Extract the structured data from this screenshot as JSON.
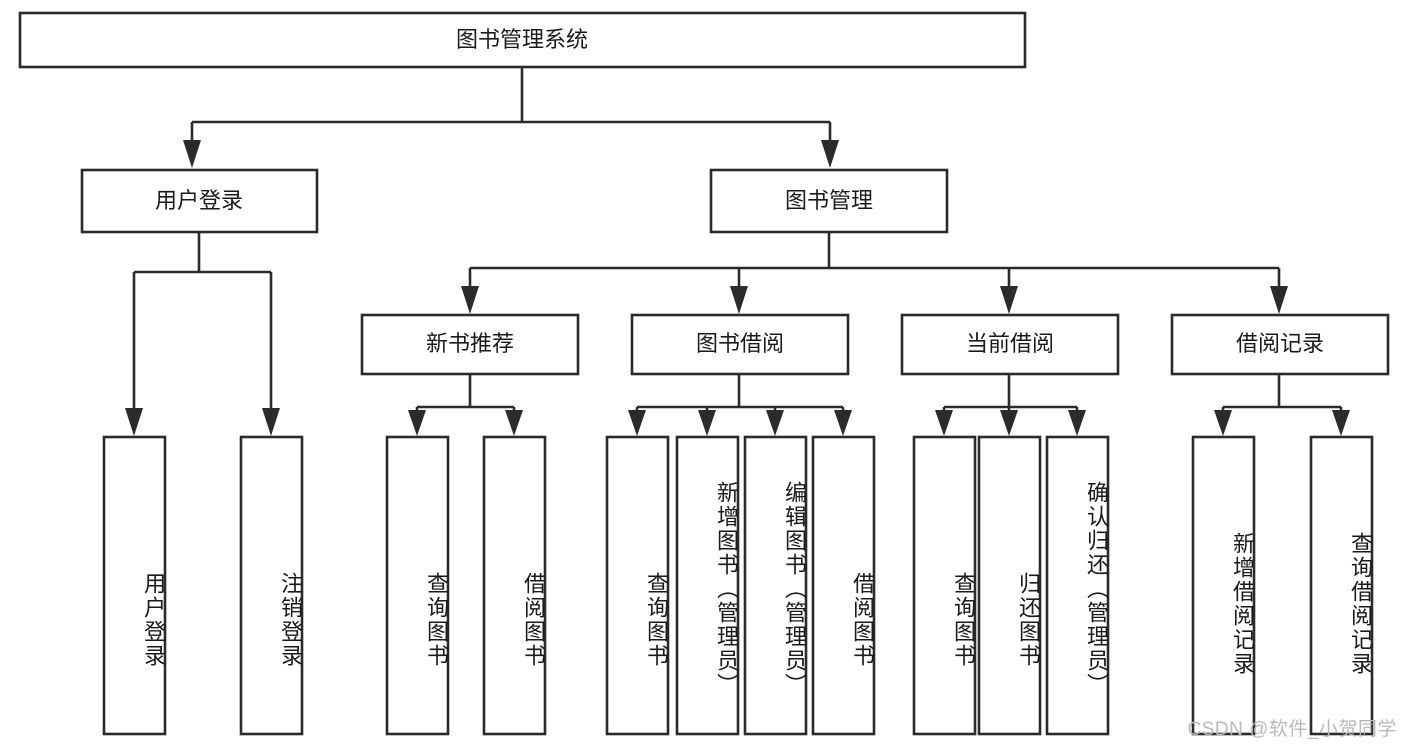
{
  "diagram": {
    "type": "tree-hierarchy",
    "title": "图书管理系统",
    "orientation": "top-down",
    "colors": {
      "box_stroke": "#2b2b2b",
      "box_fill": "#ffffff",
      "connector": "#2b2b2b",
      "text": "#1a1a1a",
      "watermark": "#b9b9b9",
      "background": "#ffffff"
    },
    "levels": {
      "root": {
        "label": "图书管理系统"
      },
      "level2": [
        {
          "id": "user-login",
          "label": "用户登录"
        },
        {
          "id": "book-management",
          "label": "图书管理"
        }
      ],
      "level3": [
        {
          "id": "new-book-recommend",
          "label": "新书推荐",
          "parent": "book-management"
        },
        {
          "id": "book-borrow",
          "label": "图书借阅",
          "parent": "book-management"
        },
        {
          "id": "current-borrow",
          "label": "当前借阅",
          "parent": "book-management"
        },
        {
          "id": "borrow-record",
          "label": "借阅记录",
          "parent": "book-management"
        }
      ],
      "leaves": [
        {
          "id": "leaf-user-login",
          "label": "用户登录",
          "parent": "user-login"
        },
        {
          "id": "leaf-logout-login",
          "label": "注销登录",
          "parent": "user-login"
        },
        {
          "id": "leaf-query-book-1",
          "label": "查询图书",
          "parent": "new-book-recommend"
        },
        {
          "id": "leaf-borrow-book-1",
          "label": "借阅图书",
          "parent": "new-book-recommend"
        },
        {
          "id": "leaf-query-book-2",
          "label": "查询图书",
          "parent": "book-borrow"
        },
        {
          "id": "leaf-add-book",
          "label": "新增图书（管理员）",
          "parent": "book-borrow"
        },
        {
          "id": "leaf-edit-book",
          "label": "编辑图书（管理员）",
          "parent": "book-borrow"
        },
        {
          "id": "leaf-borrow-book-2",
          "label": "借阅图书",
          "parent": "book-borrow"
        },
        {
          "id": "leaf-query-book-3",
          "label": "查询图书",
          "parent": "current-borrow"
        },
        {
          "id": "leaf-return-book",
          "label": "归还图书",
          "parent": "current-borrow"
        },
        {
          "id": "leaf-confirm-return",
          "label": "确认归还（管理员）",
          "parent": "current-borrow"
        },
        {
          "id": "leaf-add-record",
          "label": "新增借阅记录",
          "parent": "borrow-record"
        },
        {
          "id": "leaf-query-record",
          "label": "查询借阅记录",
          "parent": "borrow-record"
        }
      ]
    },
    "watermark": "CSDN @软件_小贺同学"
  }
}
